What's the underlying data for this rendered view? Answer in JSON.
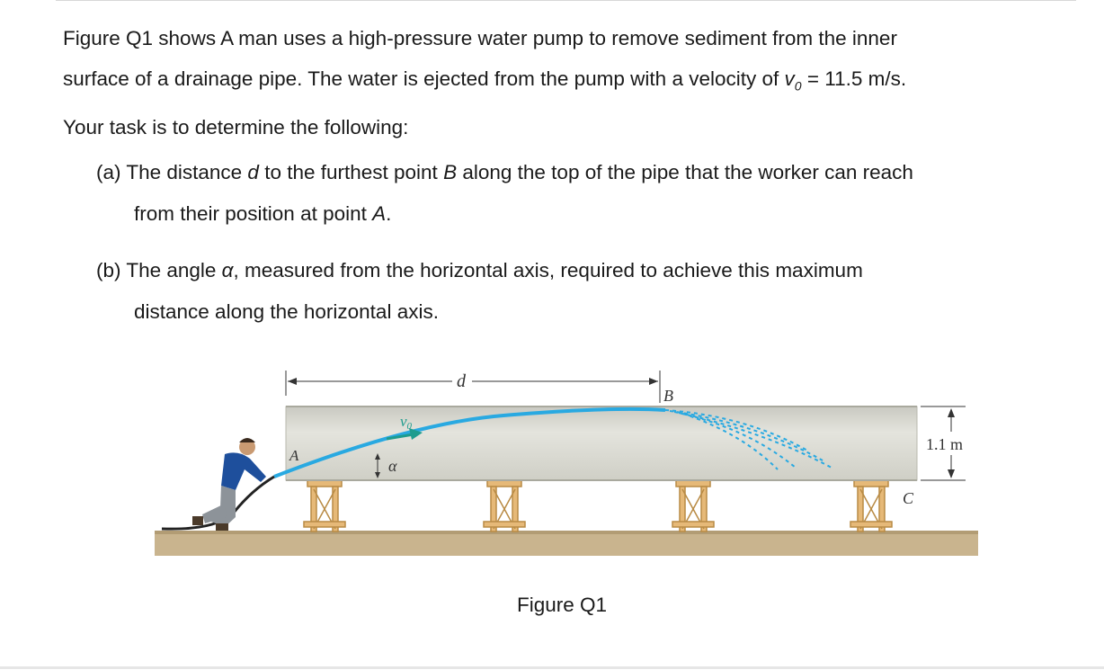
{
  "problem": {
    "intro_lines": [
      "Figure Q1 shows A man uses a high-pressure water pump to remove sediment from the inner",
      "surface of a drainage pipe. The water is ejected from the pump with a velocity of",
      "Your task is to determine the following:"
    ],
    "velocity_symbol": "v",
    "velocity_subscript": "0",
    "velocity_value": " = 11.5 m/s."
  },
  "parts": {
    "a": {
      "label": "(a) The distance ",
      "var_d": "d",
      "mid": " to the furthest point ",
      "var_b": "B",
      "rest": " along the top of the pipe that the worker can reach",
      "line2_pre": "from their position at point ",
      "var_a": "A",
      "line2_post": "."
    },
    "b": {
      "label": "(b) The angle ",
      "var_alpha": "α",
      "rest": ", measured from the horizontal axis, required to achieve this maximum",
      "line2": "distance along the horizontal axis."
    }
  },
  "figure": {
    "caption": "Figure Q1",
    "label_d": "d",
    "label_B": "B",
    "label_A": "A",
    "label_C": "C",
    "label_v": "v",
    "label_v_sub": "0",
    "label_alpha": "α",
    "label_height": "1.1 m",
    "colors": {
      "pipe_fill": "#d9d9d2",
      "pipe_edge": "#b8b8ae",
      "water": "#29a9e1",
      "ground": "#c9b48e",
      "stand": "#e6b978",
      "shirt": "#1e4f9c"
    }
  }
}
